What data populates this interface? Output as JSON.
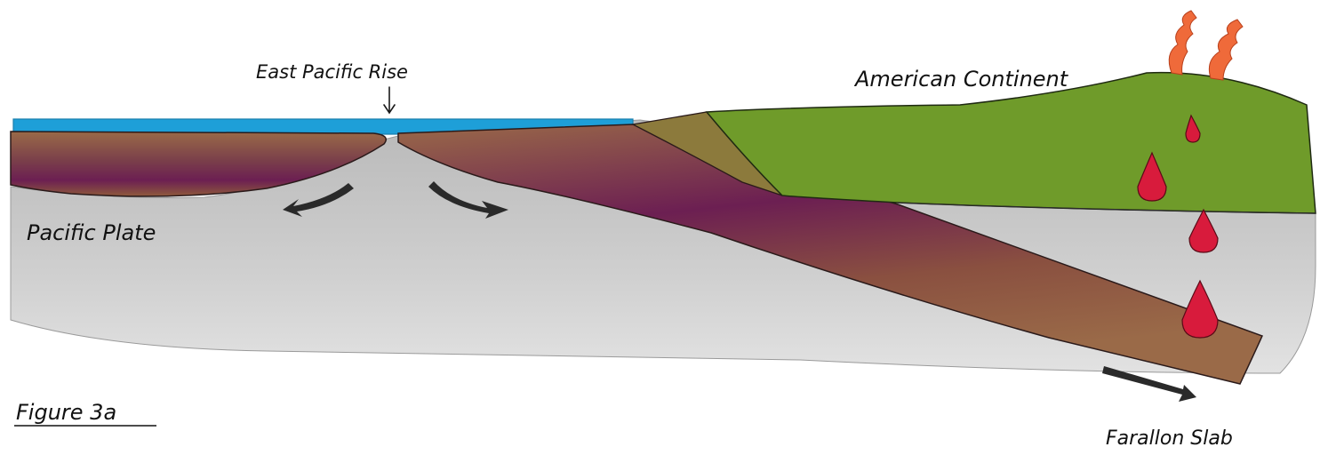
{
  "labels": {
    "east_pacific_rise": "East Pacific Rise",
    "american_continent": "American Continent",
    "pacific_plate": "Pacific Plate",
    "farallon_slab": "Farallon Slab",
    "figure_caption": "Figure 3a"
  },
  "colors": {
    "ocean": "#1e9fd8",
    "mantle": "#c9c9c9",
    "continent": "#6f9b2a",
    "plate_brown": "#8e5a3c",
    "plate_purple": "#6e2050",
    "magma": "#d81b3c",
    "volcano_plume": "#ef6a3a",
    "arrow": "#2a2a2a"
  }
}
